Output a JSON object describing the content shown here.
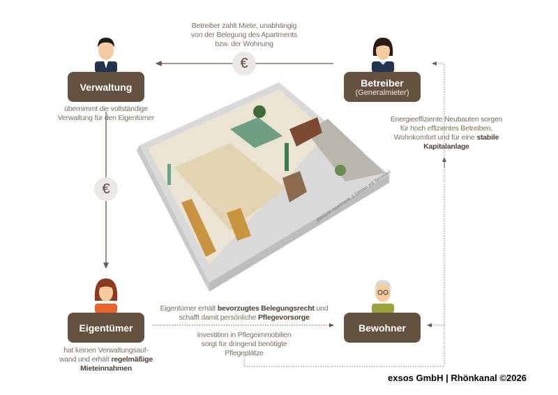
{
  "roles": {
    "verwaltung": {
      "title": "Verwaltung",
      "desc": [
        "übernimmt die vollständige",
        "Verwaltung für den Eigentümer"
      ]
    },
    "betreiber": {
      "title": "Betreiber",
      "subtitle": "(Generalmieter)"
    },
    "eigentuemer": {
      "title": "Eigentümer",
      "desc_pre": "hat keinen Verwaltungsauf-",
      "desc_mid": "wand und erhält ",
      "desc_bold1": "regelmäßige",
      "desc_bold2": "Mieteinnahmen"
    },
    "bewohner": {
      "title": "Bewohner"
    }
  },
  "flows": {
    "top": [
      "Betreiber zahlt Miete, unabhängig",
      "von der Belegung des Apartments",
      "bzw. der Wohnung"
    ],
    "right": {
      "l1": "Energieeffiziente Neubauten sorgen",
      "l2": "für hoch effizientes Betreiben,",
      "l3": "Wohnkomfort und für eine ",
      "bold1": "stabile",
      "bold2": "Kapitalanlage"
    },
    "bottom_upper": {
      "pre": "Eigentümer erhält ",
      "bold1": "bevorzugtes Belegungsrecht",
      "post": " und",
      "l2pre": "schafft damit persönliche ",
      "bold2": "Pflegevorsorge"
    },
    "bottom_lower": [
      "Investition in Pflegeimmobilien",
      "sorgt für dringend benötigte",
      "Pflegeplätze"
    ],
    "currency_symbol": "€"
  },
  "apartment_caption": "(Beispiel-Apartment: 2 Zimmer mit Terrasse)",
  "footer": "exsos GmbH | Rhönkanal ©2026",
  "colors": {
    "box": "#64513f",
    "line": "#6b5a4a",
    "euro_bg": "#ebe7e2"
  }
}
